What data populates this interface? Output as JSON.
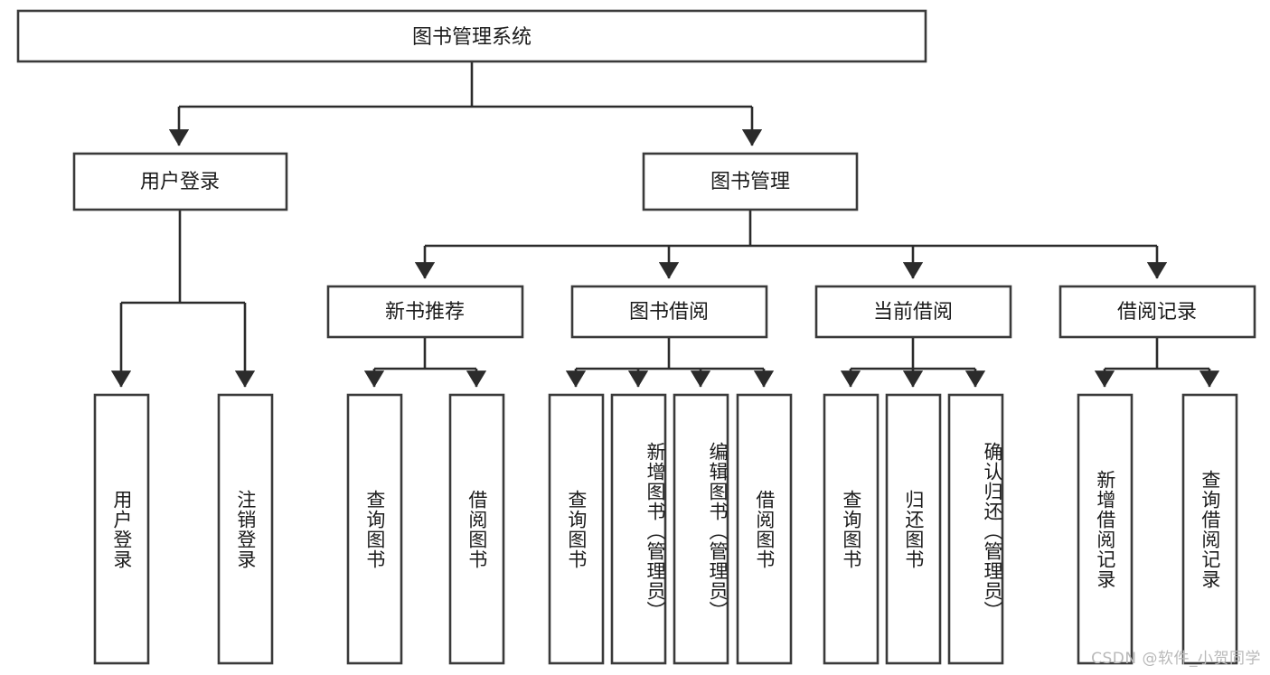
{
  "diagram": {
    "title": "图书管理系统",
    "type": "hierarchy-tree",
    "watermark": "CSDN @软件_小贺同学",
    "colors": {
      "box_stroke": "#3a3a3a",
      "connector": "#2b2b2b",
      "box_fill": "#ffffff",
      "text": "#1b1b1b",
      "background": "#ffffff",
      "watermark": "#b9b9b9"
    },
    "root": {
      "label": "图书管理系统"
    },
    "level2": [
      {
        "label": "用户登录"
      },
      {
        "label": "图书管理"
      }
    ],
    "level3": [
      {
        "label": "新书推荐"
      },
      {
        "label": "图书借阅"
      },
      {
        "label": "当前借阅"
      },
      {
        "label": "借阅记录"
      }
    ],
    "leaves": {
      "user_login": [
        {
          "label": "用户登录"
        },
        {
          "label": "注销登录"
        }
      ],
      "new_book_recommend": [
        {
          "label": "查询图书"
        },
        {
          "label": "借阅图书"
        }
      ],
      "book_borrow": [
        {
          "label": "查询图书"
        },
        {
          "label": "新增图书（管理员）"
        },
        {
          "label": "编辑图书（管理员）"
        },
        {
          "label": "借阅图书"
        }
      ],
      "current_borrow": [
        {
          "label": "查询图书"
        },
        {
          "label": "归还图书"
        },
        {
          "label": "确认归还（管理员）"
        }
      ],
      "borrow_record": [
        {
          "label": "新增借阅记录"
        },
        {
          "label": "查询借阅记录"
        }
      ]
    }
  }
}
